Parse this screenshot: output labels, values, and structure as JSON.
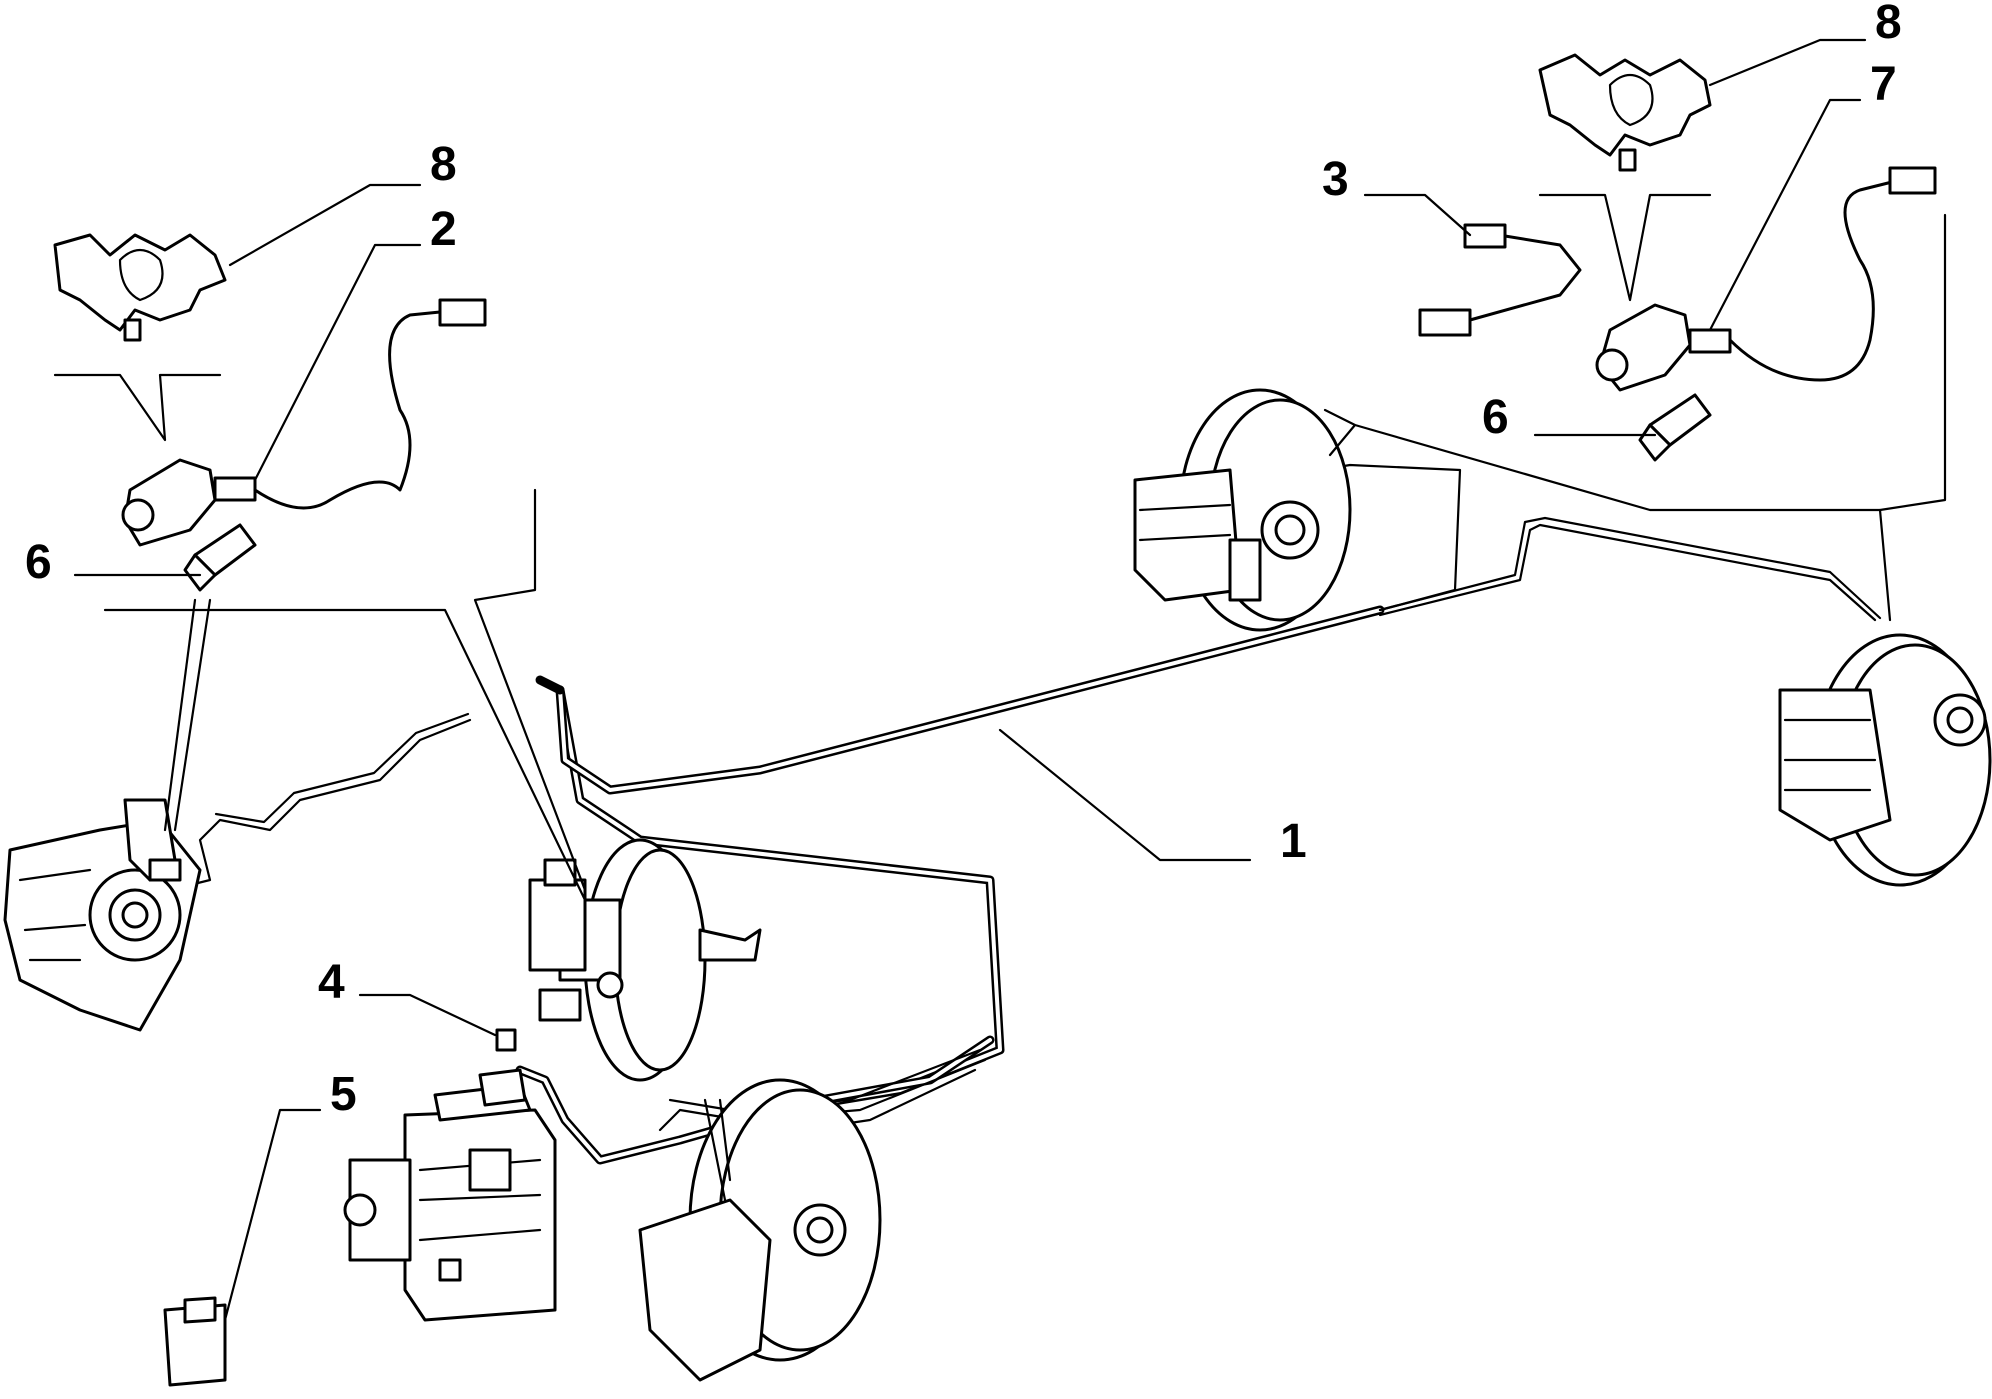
{
  "callouts": [
    {
      "id": "1",
      "label": "1"
    },
    {
      "id": "2",
      "label": "2"
    },
    {
      "id": "3",
      "label": "3"
    },
    {
      "id": "4",
      "label": "4"
    },
    {
      "id": "5",
      "label": "5"
    },
    {
      "id": "6-left",
      "label": "6"
    },
    {
      "id": "6-right",
      "label": "6"
    },
    {
      "id": "7",
      "label": "7"
    },
    {
      "id": "8-left",
      "label": "8"
    },
    {
      "id": "8-right",
      "label": "8"
    }
  ]
}
